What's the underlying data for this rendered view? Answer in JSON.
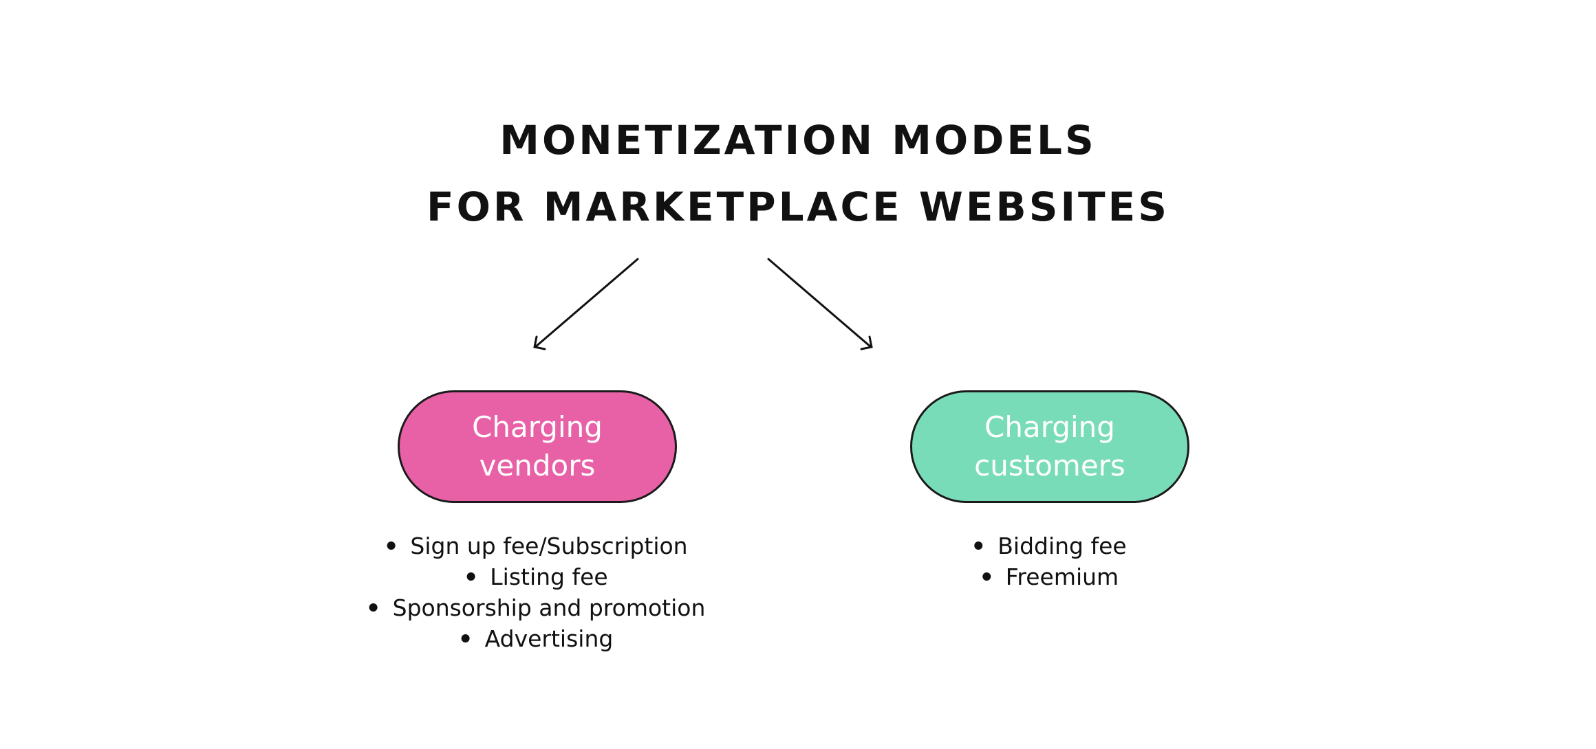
{
  "title": {
    "line1": "MONETIZATION MODELS",
    "line2": "FOR MARKETPLACE WEBSITES"
  },
  "colors": {
    "vendors_fill": "#E861A7",
    "customers_fill": "#79DCB8",
    "outline": "#1a1a1a",
    "text_dark": "#111111"
  },
  "branches": [
    {
      "label_line1": "Charging",
      "label_line2": "vendors",
      "items": [
        "Sign up fee/Subscription",
        "Listing fee",
        "Sponsorship and promotion",
        "Advertising"
      ]
    },
    {
      "label_line1": "Charging",
      "label_line2": "customers",
      "items": [
        "Bidding fee",
        "Freemium"
      ]
    }
  ]
}
